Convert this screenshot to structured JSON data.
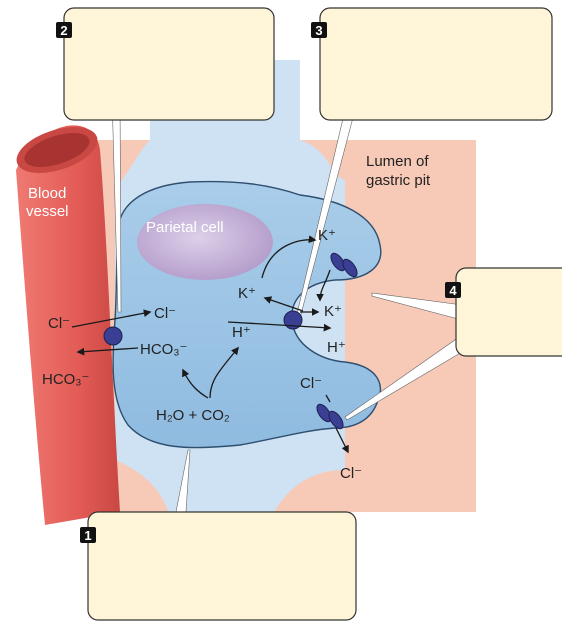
{
  "labels": {
    "blood_vessel": [
      "Blood",
      "vessel"
    ],
    "parietal_cell": "Parietal cell",
    "lumen": [
      "Lumen of",
      "gastric pit"
    ],
    "cl_blood": "Cl⁻",
    "cl_cell": "Cl⁻",
    "hco3_cell": "HCO₃⁻",
    "hco3_blood": "HCO₃⁻",
    "h_cell": "H⁺",
    "h_lumen": "H⁺",
    "k_top": "K⁺",
    "k_cell": "K⁺",
    "k_lumen": "K⁺",
    "cl_lumen_upper": "Cl⁻",
    "cl_lumen_lower": "Cl⁻",
    "h2o_co2": "H₂O + CO₂"
  },
  "callouts": {
    "badge_1": "1",
    "badge_2": "2",
    "badge_3": "3",
    "badge_4": "4",
    "box_1": "",
    "box_2": "",
    "box_3": "",
    "box_4": ""
  },
  "colors": {
    "interstitial": "#f7c9b7",
    "cell_blue": "#9fc6e6",
    "cell_outline": "#2f4f6f",
    "nucleus": "#c7b2d8",
    "vessel": "#e35b56",
    "vessel_dark": "#b63a38",
    "carrier": "#3a3f94",
    "callout_box": "#fff6d9"
  }
}
